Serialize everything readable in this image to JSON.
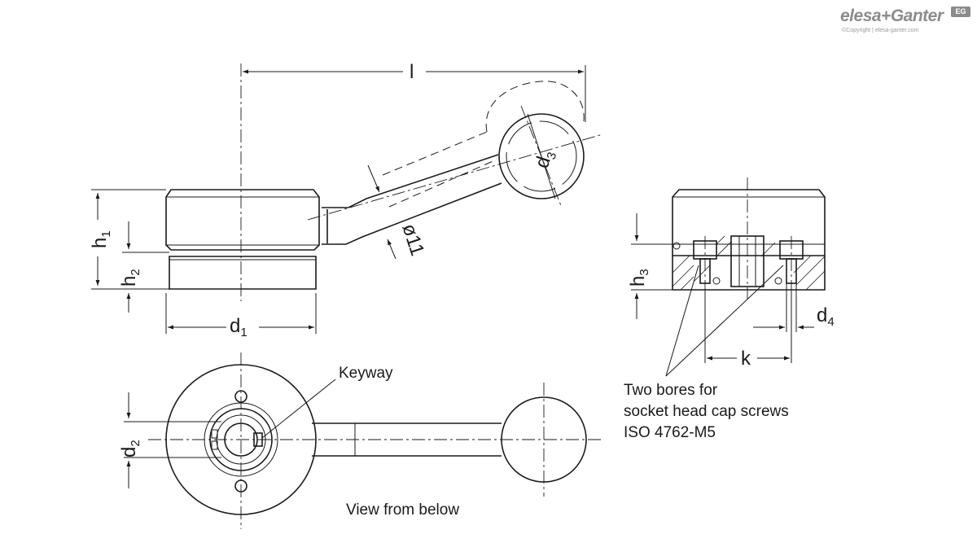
{
  "brand": {
    "logo_text": "elesa+Ganter",
    "badge": "EG",
    "copyright": "©Copyright | elesa-ganter.com"
  },
  "dimensions": {
    "l": "l",
    "h1": "h",
    "h1_sub": "1",
    "h2": "h",
    "h2_sub": "2",
    "h3": "h",
    "h3_sub": "3",
    "d1": "d",
    "d1_sub": "1",
    "d2": "d",
    "d2_sub": "2",
    "d3": "d",
    "d3_sub": "3",
    "d4": "d",
    "d4_sub": "4",
    "k": "k",
    "phi11": "ø11"
  },
  "labels": {
    "keyway": "Keyway",
    "view_from_below": "View from below",
    "bores_line1": "Two bores for",
    "bores_line2": "socket head cap screws",
    "bores_line3": "ISO 4762-M5"
  }
}
